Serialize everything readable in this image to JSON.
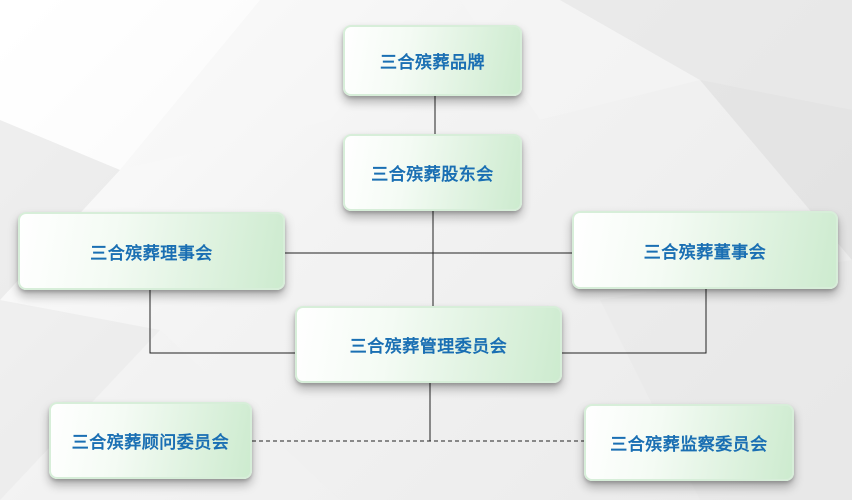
{
  "org_chart": {
    "brand": "三合殡葬品牌",
    "shareholders_meeting": "三合殡葬股东会",
    "council": "三合殡葬理事会",
    "board_of_directors": "三合殡葬董事会",
    "management_committee": "三合殡葬管理委员会",
    "advisory_committee": "三合殡葬顾问委员会",
    "supervisory_committee": "三合殡葬监察委员会"
  },
  "colors": {
    "text": "#1a6fb3",
    "box_fill_end": "#cdebcf",
    "connector": "#222222"
  }
}
